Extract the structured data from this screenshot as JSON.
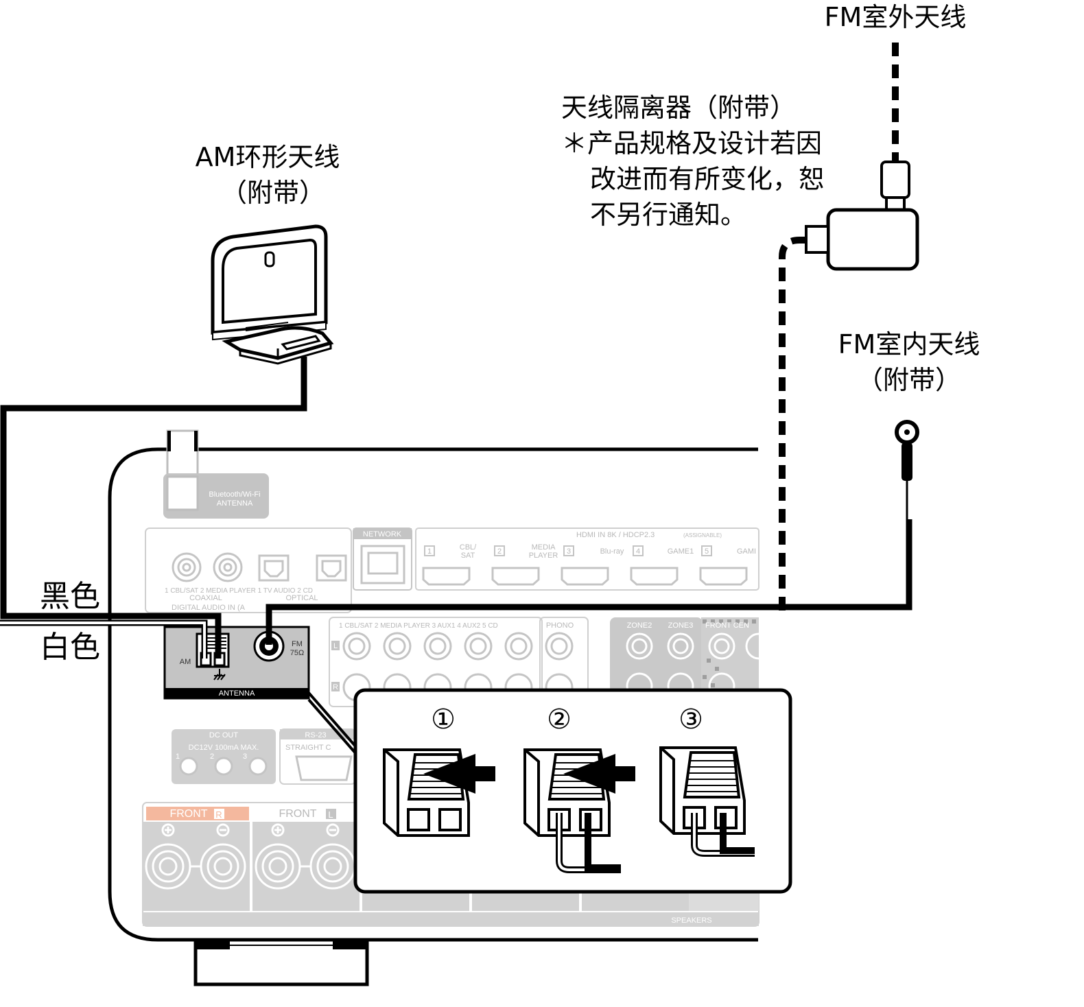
{
  "labels": {
    "fm_outdoor": "FM室外天线",
    "isolator_line1": "天线隔离器（附带）",
    "isolator_line2": "＊产品规格及设计若因",
    "isolator_line3": "改进而有所变化，恕",
    "isolator_line4": "不另行通知。",
    "am_loop_line1": "AM环形天线",
    "am_loop_line2": "（附带）",
    "fm_indoor_line1": "FM室内天线",
    "fm_indoor_line2": "（附带）",
    "black": "黑色",
    "white": "白色"
  },
  "panel": {
    "bt_antenna_1": "Bluetooth/Wi-Fi",
    "bt_antenna_2": "ANTENNA",
    "network": "NETWORK",
    "hdmi_header": "HDMI IN 8K / HDCP2.3",
    "hdmi_assignable": "(ASSIGNABLE)",
    "hdmi_1": "1",
    "hdmi_1_name_a": "CBL/",
    "hdmi_1_name_b": "SAT",
    "hdmi_2": "2",
    "hdmi_2_name_a": "MEDIA",
    "hdmi_2_name_b": "PLAYER",
    "hdmi_3": "3",
    "hdmi_3_name": "Blu-ray",
    "hdmi_4": "4",
    "hdmi_4_name": "GAME1",
    "hdmi_5": "5",
    "hdmi_5_name": "GAMI",
    "coax_labels": "1 CBL/SAT  2 MEDIA PLAYER  1 TV AUDIO      2 CD",
    "coaxial": "COAXIAL",
    "optical": "OPTICAL",
    "digital_audio_in": "DIGITAL AUDIO IN (A",
    "am": "AM",
    "fm": "FM",
    "fm_ohm": "75Ω",
    "antenna": "ANTENNA",
    "analog_labels": "1 CBL/SAT  2 MEDIA PLAYER  3 AUX1   4 AUX2    5 CD",
    "phono": "PHONO",
    "zone2": "ZONE2",
    "zone3": "ZONE3",
    "front_cen": "FRONT  CEN",
    "dc_out": "DC OUT",
    "dc_spec": "DC12V 100mA MAX.",
    "dc_1": "1",
    "dc_2": "2",
    "dc_3": "3",
    "rs232": "RS-23",
    "straight": "STRAIGHT C",
    "front_r": "FRONT",
    "front_r_badge": "R",
    "front_l": "FRONT",
    "front_l_badge": "L",
    "speakers": "SPEAKERS",
    "l_mark": "L",
    "r_mark": "R"
  },
  "steps": [
    "①",
    "②",
    "③"
  ]
}
